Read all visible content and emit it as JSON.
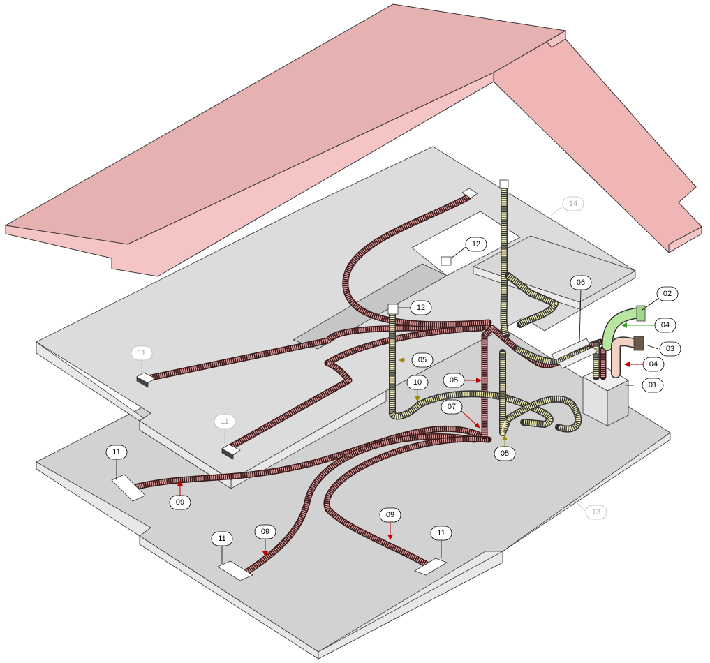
{
  "diagram": {
    "callouts": [
      {
        "id": "c01",
        "label": "01",
        "muted": false
      },
      {
        "id": "c02",
        "label": "02",
        "muted": false
      },
      {
        "id": "c03",
        "label": "03",
        "muted": false
      },
      {
        "id": "c04a",
        "label": "04",
        "muted": false
      },
      {
        "id": "c04b",
        "label": "04",
        "muted": false
      },
      {
        "id": "c05a",
        "label": "05",
        "muted": false
      },
      {
        "id": "c05b",
        "label": "05",
        "muted": false
      },
      {
        "id": "c05c",
        "label": "05",
        "muted": false
      },
      {
        "id": "c06",
        "label": "06",
        "muted": false
      },
      {
        "id": "c07",
        "label": "07",
        "muted": false
      },
      {
        "id": "c09a",
        "label": "09",
        "muted": false
      },
      {
        "id": "c09b",
        "label": "09",
        "muted": false
      },
      {
        "id": "c09c",
        "label": "09",
        "muted": false
      },
      {
        "id": "c10",
        "label": "10",
        "muted": false
      },
      {
        "id": "c11a",
        "label": "11",
        "muted": true
      },
      {
        "id": "c11b",
        "label": "11",
        "muted": true
      },
      {
        "id": "c11c",
        "label": "11",
        "muted": false
      },
      {
        "id": "c11d",
        "label": "11",
        "muted": false
      },
      {
        "id": "c11e",
        "label": "11",
        "muted": false
      },
      {
        "id": "c12a",
        "label": "12",
        "muted": false
      },
      {
        "id": "c12b",
        "label": "12",
        "muted": false
      },
      {
        "id": "c13",
        "label": "13",
        "muted": true
      },
      {
        "id": "c14",
        "label": "14",
        "muted": true
      }
    ],
    "colors": {
      "roof": "#e6b1b1",
      "floor_slab": "#dcdcdc",
      "extract_duct": "#e6a3a3",
      "supply_duct": "#f2eeb2",
      "fresh_air_duct": "#b8e6a0",
      "arrow_red": "#c00000",
      "arrow_green": "#3aa02a",
      "arrow_olive": "#9a8a00"
    }
  }
}
